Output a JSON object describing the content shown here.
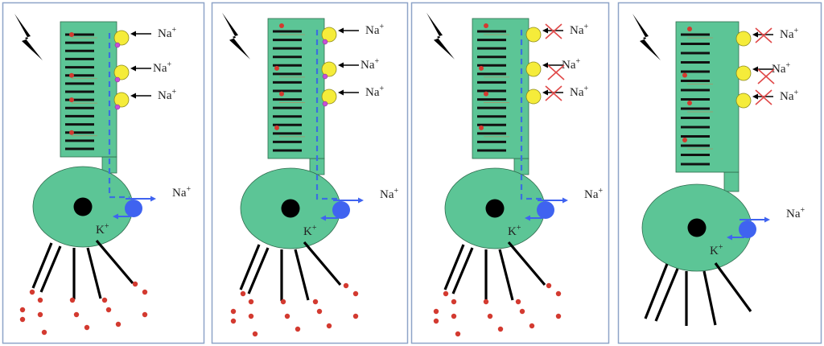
{
  "figure": {
    "description": "Four-panel neuron diagram: stimulus, sodium channel gating, and inactivation",
    "colors": {
      "cell": "#5cc596",
      "cell_stroke": "#2f6b4d",
      "panel_border": "#8ea4c8",
      "disc": "#111111",
      "channel": "#f5ec3a",
      "gate": "#c84fd8",
      "pump": "#3f63f0",
      "pathway": "#3a6fe0",
      "vesicle": "#d33a30",
      "cross": "#e04848"
    },
    "panels": [
      {
        "id": "panel-1",
        "na_inflow_labels": [
          "Na+",
          "Na+",
          "Na+"
        ],
        "na_blocked": false,
        "gates_present": true,
        "pathway_shown": true,
        "vesicles_released": true,
        "pump_labels": {
          "out": "Na+",
          "in": "K+"
        }
      },
      {
        "id": "panel-2",
        "na_inflow_labels": [
          "Na+",
          "Na+",
          "Na+"
        ],
        "na_blocked": false,
        "gates_present": true,
        "pathway_shown": true,
        "vesicles_released": true,
        "pump_labels": {
          "out": "Na+",
          "in": "K+"
        }
      },
      {
        "id": "panel-3",
        "na_inflow_labels": [
          "Na+",
          "Na+",
          "Na+"
        ],
        "na_blocked": true,
        "gates_present": false,
        "pathway_shown": true,
        "vesicles_released": true,
        "pump_labels": {
          "out": "Na+",
          "in": "K+"
        }
      },
      {
        "id": "panel-4",
        "na_inflow_labels": [
          "Na+",
          "Na+",
          "Na+"
        ],
        "na_blocked": true,
        "gates_present": false,
        "pathway_shown": false,
        "vesicles_released": false,
        "pump_labels": {
          "out": "Na+",
          "in": "K+"
        }
      }
    ],
    "text": {
      "na_base": "Na",
      "k_base": "K",
      "plus": "+"
    }
  }
}
